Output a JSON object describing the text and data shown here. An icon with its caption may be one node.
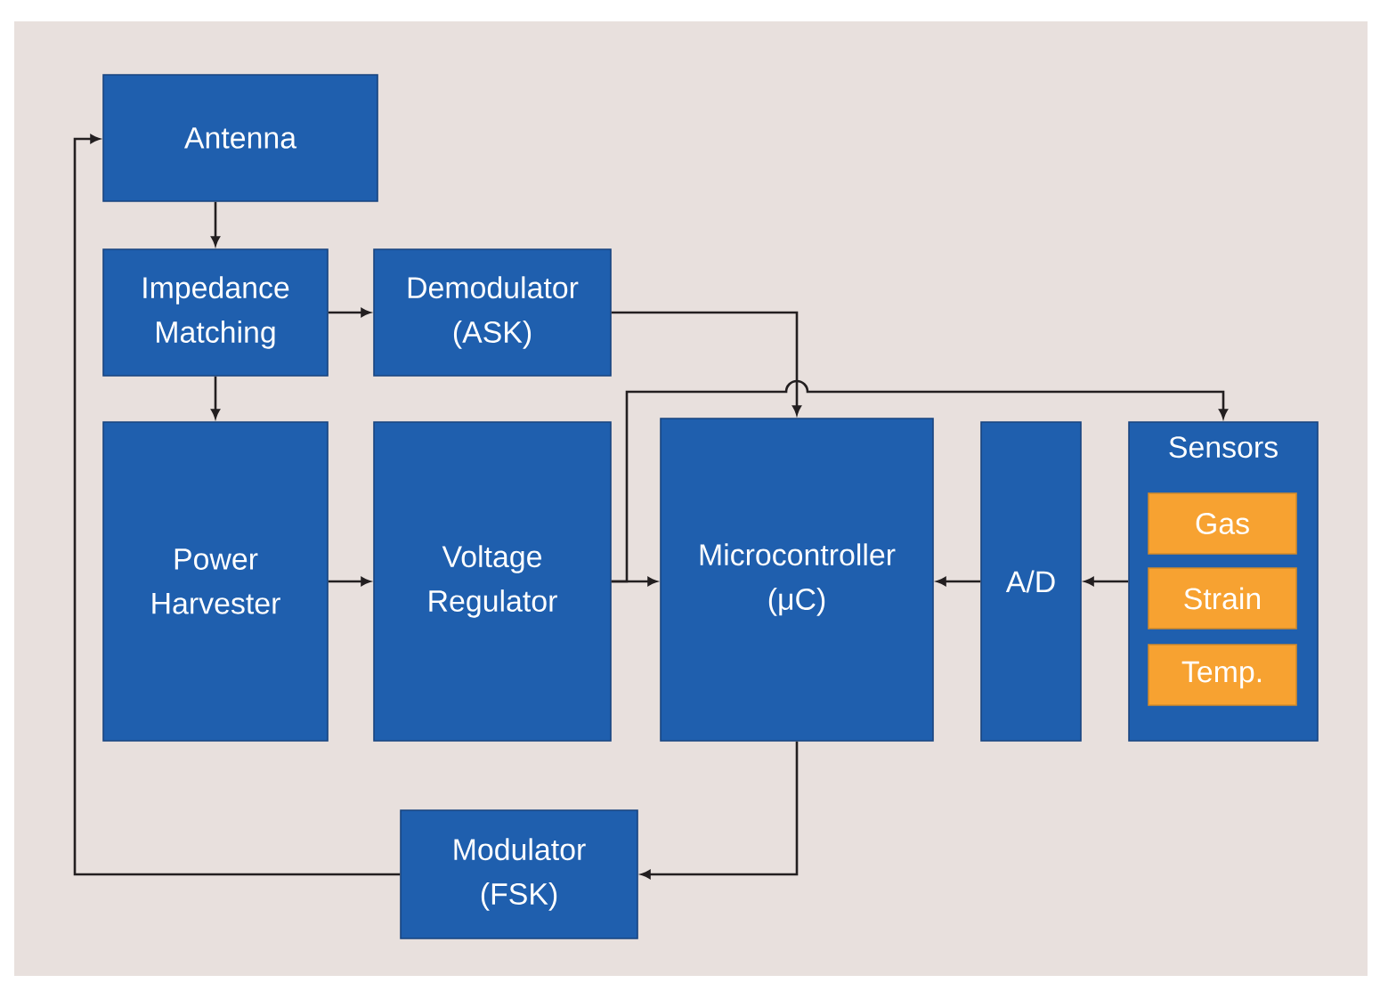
{
  "diagram": {
    "nodes": [
      {
        "text": [
          "Antenna"
        ]
      },
      {
        "text": [
          "Impedance Matching"
        ]
      },
      {
        "text": [
          "Demodulator (ASK)"
        ]
      },
      {
        "text": [
          "Power Harvester"
        ]
      },
      {
        "text": [
          "Voltage Regulator"
        ]
      },
      {
        "text": [
          "Microcontroller (μC)"
        ]
      },
      {
        "text": [
          "A/D"
        ]
      },
      {
        "text": [
          "Sensors"
        ]
      },
      {
        "text": [
          "Gas"
        ],
        "in": 7
      },
      {
        "text": [
          "Strain"
        ],
        "in": 7
      },
      {
        "text": [
          "Temp."
        ],
        "in": 7
      },
      {
        "text": [
          "Modulator (FSK)"
        ]
      }
    ],
    "edges": [
      {
        "from": 0,
        "to": 1,
        "arrow": "to"
      },
      {
        "from": 1,
        "to": 2,
        "arrow": "to"
      },
      {
        "from": 1,
        "to": 3,
        "arrow": "to"
      },
      {
        "from": 3,
        "to": 4,
        "arrow": "to"
      },
      {
        "from": 4,
        "to": 5,
        "arrow": "to"
      },
      {
        "from": 4,
        "to": 7,
        "arrow": "to"
      },
      {
        "from": 2,
        "to": 5,
        "arrow": "to"
      },
      {
        "from": 7,
        "to": 6,
        "arrow": "to"
      },
      {
        "from": 6,
        "to": 5,
        "arrow": "to"
      },
      {
        "from": 5,
        "to": 11,
        "arrow": "to"
      },
      {
        "from": 11,
        "to": 0,
        "arrow": "to"
      }
    ]
  }
}
